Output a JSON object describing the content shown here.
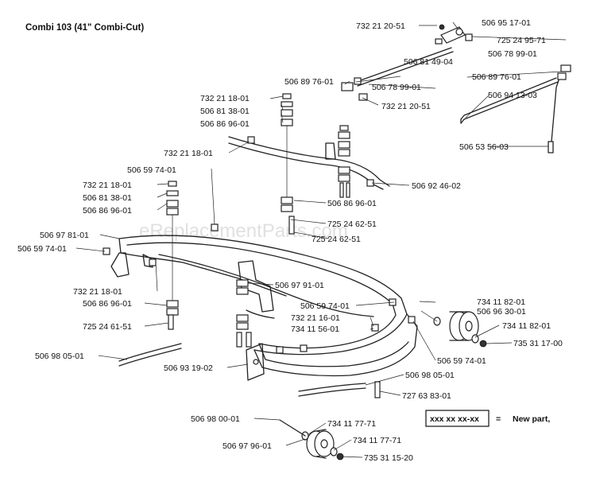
{
  "title": "Combi 103 (41\" Combi-Cut)",
  "watermark": "eReplacementParts.com",
  "legend": {
    "code": "xxx xx xx-xx",
    "equals": "=",
    "text": "New part,"
  },
  "labels": [
    "732 21 20-51",
    "506 95 17-01",
    "725 24 95-71",
    "506 78 99-01",
    "506 81 49-04",
    "506 89 76-01",
    "506 89 76-01",
    "506 78 99-01",
    "732 21 20-51",
    "506 94 13-03",
    "732 21 18-01",
    "506 81 38-01",
    "506 86 96-01",
    "506 53 56-03",
    "732 21 18-01",
    "506 59 74-01",
    "506 92 46-02",
    "732 21 18-01",
    "506 81 38-01",
    "506 86 96-01",
    "506 86 96-01",
    "725 24 62-51",
    "725 24 62-51",
    "506 97 81-01",
    "506 59 74-01",
    "506 97 91-01",
    "734 11 82-01",
    "732 21 18-01",
    "506 96 30-01",
    "506 86 96-01",
    "506 59 74-01",
    "732 21 16-01",
    "734 11 82-01",
    "725 24 61-51",
    "734 11 56-01",
    "735 31 17-00",
    "506 98 05-01",
    "506 59 74-01",
    "506 93 19-02",
    "506 98 05-01",
    "727 63 83-01",
    "506 98 00-01",
    "734 11 77-71",
    "506 97 96-01",
    "734 11 77-71",
    "735 31 15-20"
  ]
}
